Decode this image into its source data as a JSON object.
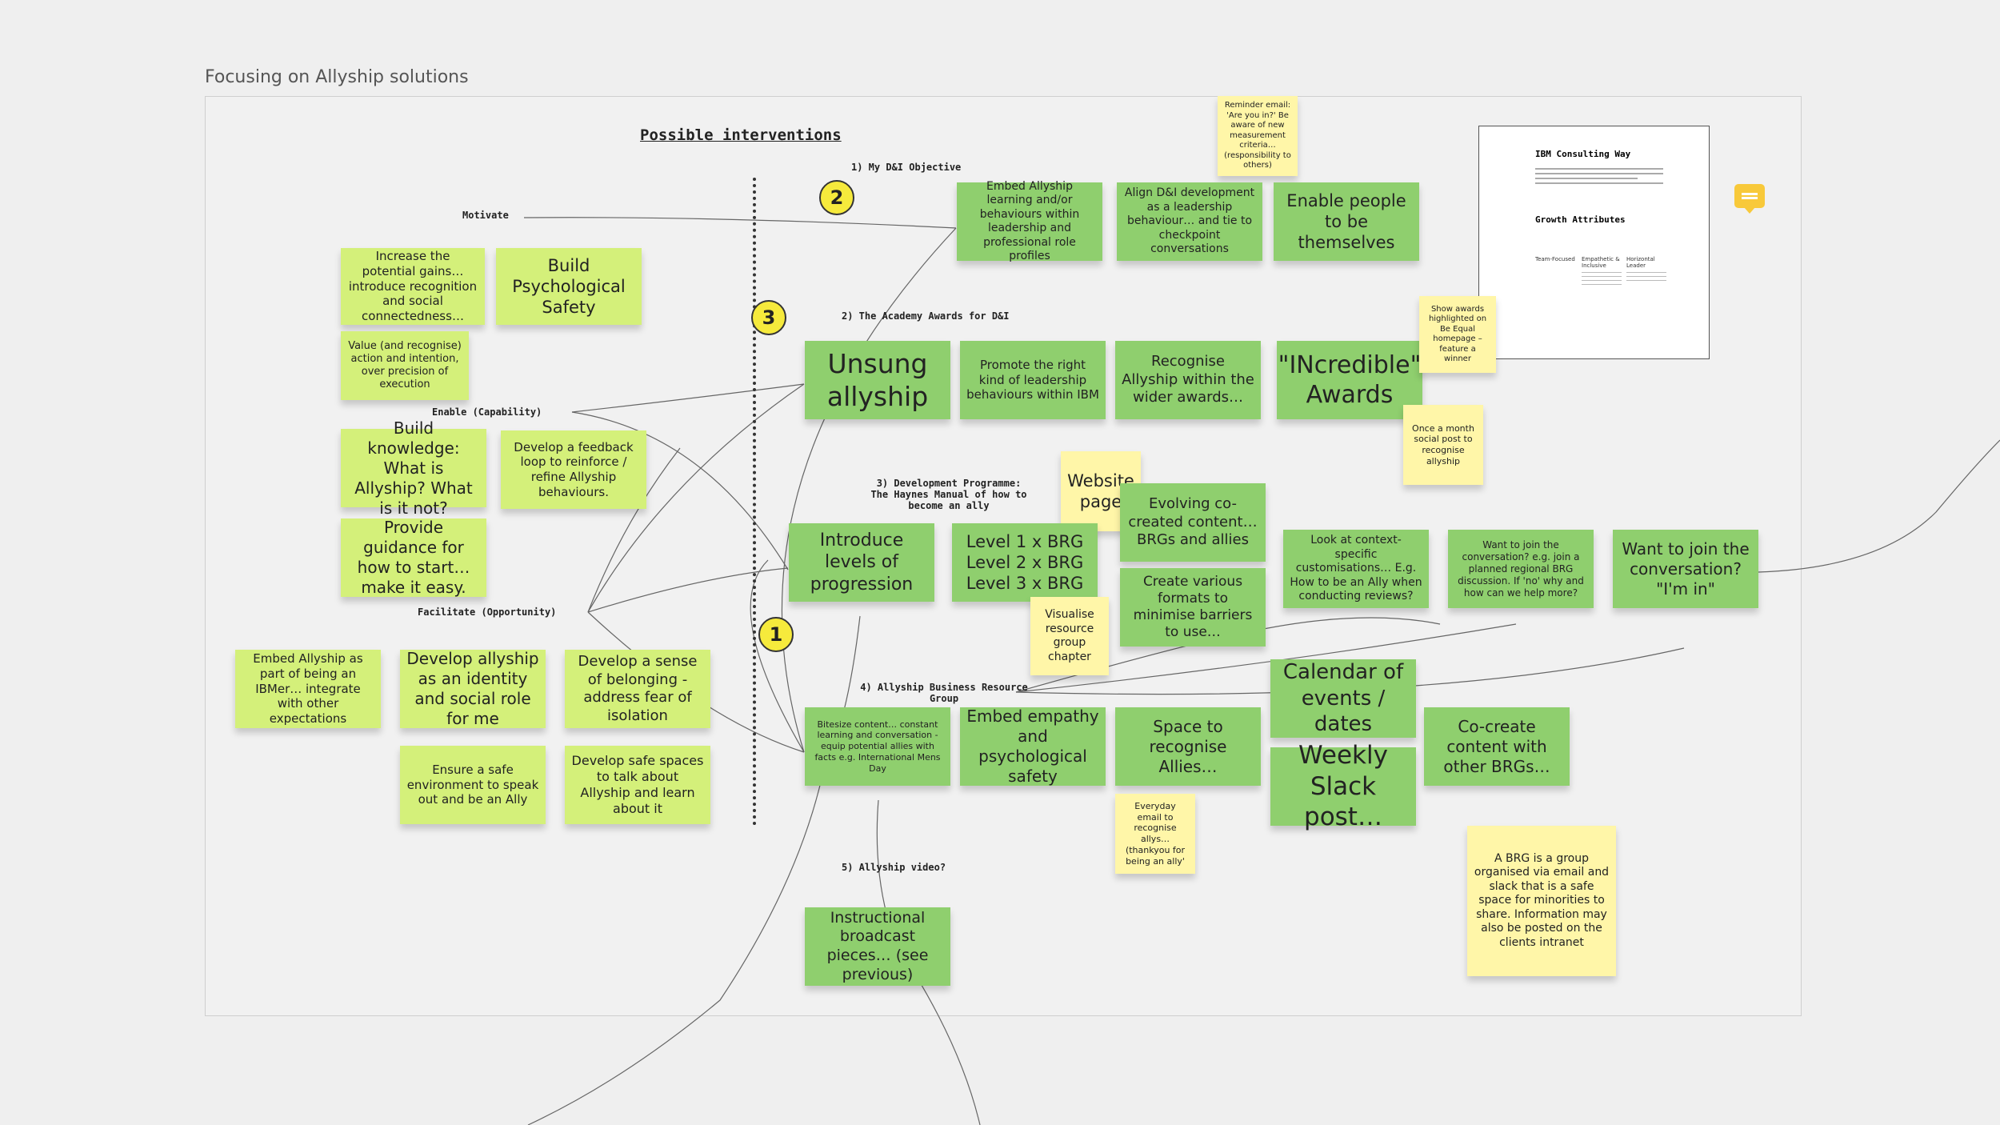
{
  "frame_title": "Focusing on Allyship solutions",
  "heading": "Possible interventions",
  "labels": {
    "motivate": "Motivate",
    "enable": "Enable (Capability)",
    "facilitate": "Facilitate (Opportunity)",
    "sec1": "1) My D&I Objective",
    "sec2": "2) The Academy Awards for D&I",
    "sec3": "3) Development Programme:\nThe Haynes Manual of how to\nbecome an ally",
    "sec4": "4) Allyship Business Resource\nGroup",
    "sec5": "5) Allyship video?"
  },
  "circles": {
    "c1": "1",
    "c2": "2",
    "c3": "3"
  },
  "left_notes": {
    "n1": "Increase the potential gains… introduce recognition and social connectedness…",
    "n2": "Build Psychological Safety",
    "n3": "Value (and recognise) action and intention, over precision of execution",
    "n4": "Build knowledge: What is Allyship? What is it not?",
    "n5": "Develop a feedback loop to reinforce / refine  Allyship behaviours.",
    "n6": "Provide guidance for how to start… make it easy.",
    "n7": "Embed Allyship as part of being an IBMer… integrate with other expectations",
    "n8": "Develop allyship as an identity and social role for me",
    "n9": "Develop a sense of belonging - address fear of isolation",
    "n10": "Ensure a safe environment to speak out and be an Ally",
    "n11": "Develop safe spaces to talk about Allyship and learn about it"
  },
  "row1": {
    "a": "Embed Allyship learning and/or behaviours within leadership and professional role profiles",
    "b": "Align D&I development as a leadership behaviour… and tie to checkpoint conversations",
    "c": "Enable people to be themselves",
    "reminder": "Reminder email: 'Are you in?' Be aware of new measurement criteria… (responsibility to others)"
  },
  "row2": {
    "a": "Unsung allyship",
    "b": "Promote the right kind of leadership behaviours within IBM",
    "c": "Recognise Allyship within the wider awards…",
    "d": "\"INcredible\" Awards",
    "show_awards": "Show awards highlighted on Be Equal homepage – feature a winner",
    "once_month": "Once a month social post to recognise allyship"
  },
  "row3": {
    "website": "Website page",
    "a": "Introduce levels of progression",
    "b": "Level 1 x BRG\nLevel 2 x BRG\nLevel 3 x BRG",
    "c": "Evolving co-created content… BRGs and allies",
    "d": "Create various formats to minimise barriers to use…",
    "visualise": "Visualise resource group chapter",
    "e": "Look at context-specific customisations… E.g. How to be an Ally when conducting reviews?",
    "f": "Want to join the conversation? e.g. join a planned regional BRG discussion. If 'no' why and how can we help more?",
    "g": "Want to join the conversation? \"I'm in\""
  },
  "row4": {
    "a": "Bitesize content… constant learning and conversation - equip potential allies with facts e.g. International Mens Day",
    "b": "Embed empathy and psychological safety",
    "c": "Space to recognise Allies…",
    "d": "Calendar of events / dates",
    "e": "Weekly Slack post…",
    "f": "Co-create content with other BRGs…",
    "everyday": "Everyday email to recognise allys… (thankyou for being an ally'",
    "brg_def": "A BRG is a group organised via email and slack that is a safe space for minorities to share. Information may also be posted on the clients intranet"
  },
  "row5": {
    "a": "Instructional broadcast pieces… (see previous)"
  },
  "ibm_card": {
    "title": "IBM Consulting Way",
    "subtitle": "Growth Attributes",
    "col1": "Team-Focused",
    "col2": "Empathetic & Inclusive",
    "col3": "Horizontal Leader"
  },
  "colors": {
    "lime": "#d4f07a",
    "green": "#8fcf6e",
    "yellow": "#fff6a8",
    "marker": "#f6ea3c"
  }
}
